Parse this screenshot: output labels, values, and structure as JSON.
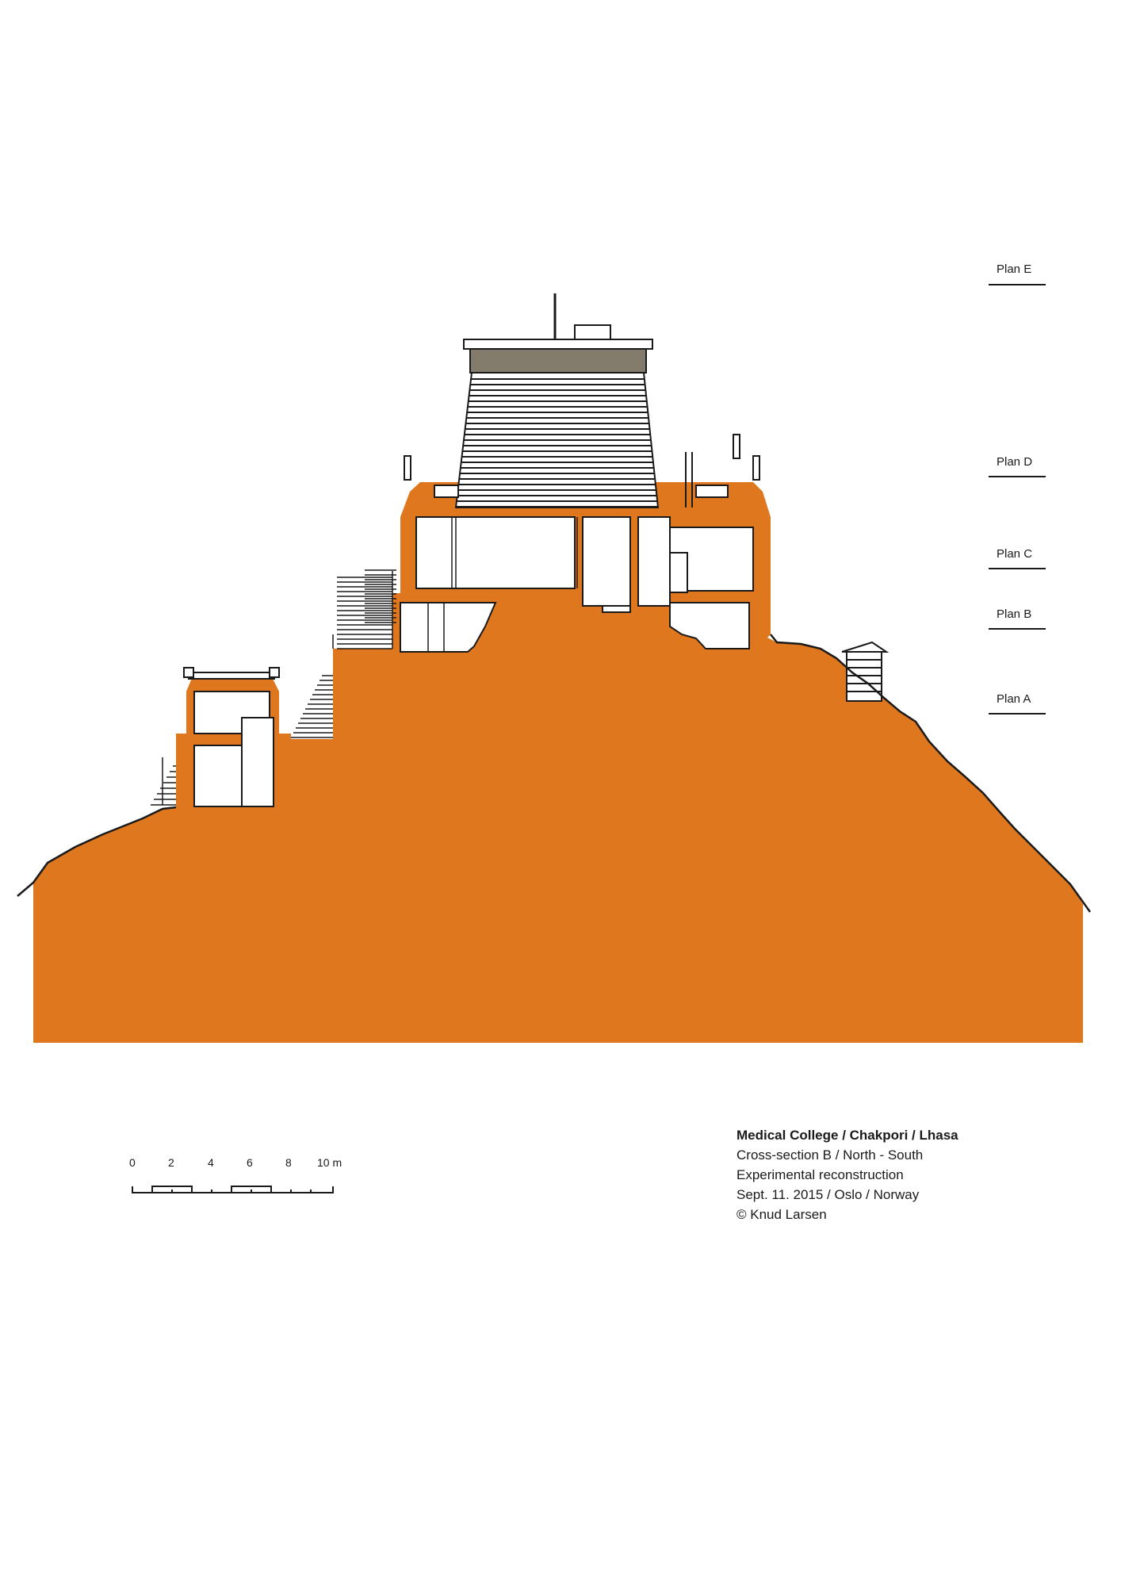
{
  "plan_labels": [
    "Plan E",
    "Plan D",
    "Plan C",
    "Plan B",
    "Plan A"
  ],
  "scale_bar": {
    "labels": [
      "0",
      "2",
      "4",
      "6",
      "8",
      "10 m"
    ]
  },
  "caption": {
    "title": "Medical College / Chakpori / Lhasa",
    "lines": [
      "Cross-section B / North - South",
      "Experimental reconstruction",
      "Sept. 11. 2015 / Oslo / Norway",
      "© Knud Larsen"
    ]
  },
  "colors": {
    "section_fill": "#DE771E",
    "roof_band": "#837C6C",
    "ink": "#1A1A1A"
  }
}
